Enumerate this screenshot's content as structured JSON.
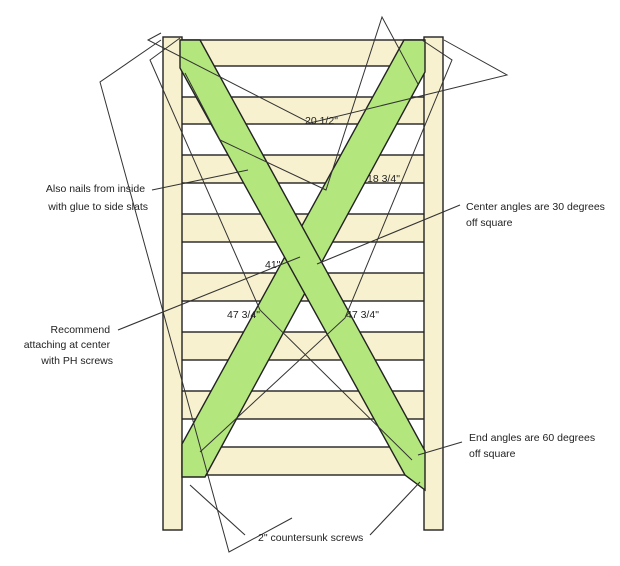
{
  "dimensions": {
    "overall_width": "20 1/2\"",
    "inner_width": "18 3/4\"",
    "height": "41\"",
    "brace_left": "47 3/4\"",
    "brace_right": "47 3/4\""
  },
  "callouts": {
    "nails": [
      "Also nails from inside",
      "with glue to side slats"
    ],
    "center_angles": [
      "Center angles are 30 degrees",
      "off square"
    ],
    "recommend": [
      "Recommend",
      "attaching at center",
      "with PH screws"
    ],
    "end_angles": [
      "End angles are 60 degrees",
      "off square"
    ],
    "screws": "2\" countersunk screws"
  },
  "colors": {
    "wood": "#f8f1cf",
    "brace": "#b3e67c",
    "outline": "#222222"
  }
}
